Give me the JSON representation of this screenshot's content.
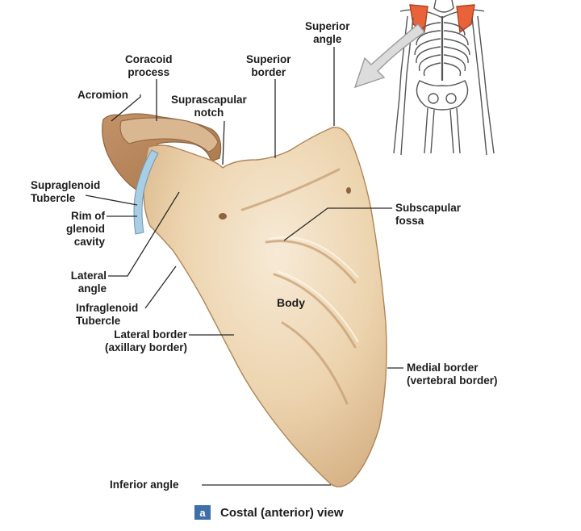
{
  "labels": {
    "superior_angle": [
      "Superior",
      "angle"
    ],
    "coracoid_process": [
      "Coracoid",
      "process"
    ],
    "superior_border": [
      "Superior",
      "border"
    ],
    "acromion": "Acromion",
    "suprascapular_notch": [
      "Suprascapular",
      "notch"
    ],
    "supraglenoid_tubercle": [
      "Supraglenoid",
      "Tubercle"
    ],
    "rim_of_glenoid_cavity": [
      "Rim of",
      "glenoid",
      "cavity"
    ],
    "subscapular_fossa": [
      "Subscapular",
      "fossa"
    ],
    "lateral_angle": [
      "Lateral",
      "angle"
    ],
    "infraglenoid_tubercle": [
      "Infraglenoid",
      "Tubercle"
    ],
    "body": "Body",
    "lateral_border": [
      "Lateral border",
      "(axillary border)"
    ],
    "medial_border": [
      "Medial border",
      "(vertebral border)"
    ],
    "inferior_angle": "Inferior angle"
  },
  "caption": {
    "badge": "a",
    "text": "Costal (anterior) view"
  },
  "colors": {
    "bone": "#e9cfa6",
    "bone_dark": "#c9a277",
    "bone_light": "#f7ead6",
    "glenoid_rim": "#a9cde2",
    "highlight_scapula": "#e8633a",
    "arrow": "#d8d8d8",
    "badge": "#3f6fa8"
  }
}
